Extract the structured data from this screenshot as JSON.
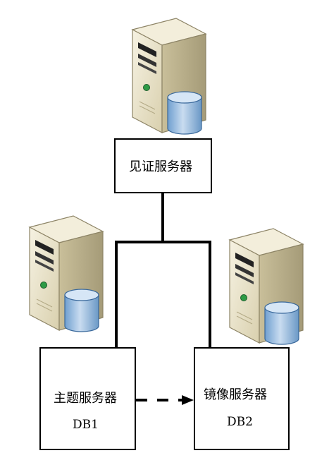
{
  "witness": {
    "label": "见证服务器"
  },
  "principal": {
    "label": "主题服务器",
    "db": "DB1"
  },
  "mirror": {
    "label": "镜像服务器",
    "db": "DB2"
  },
  "icons": {
    "witness": "server-with-database-icon",
    "principal": "server-with-database-icon",
    "mirror": "server-with-database-icon"
  },
  "colors": {
    "line": "#000000",
    "server_body": "#e9e2c8",
    "database": "#9cc0e2"
  }
}
